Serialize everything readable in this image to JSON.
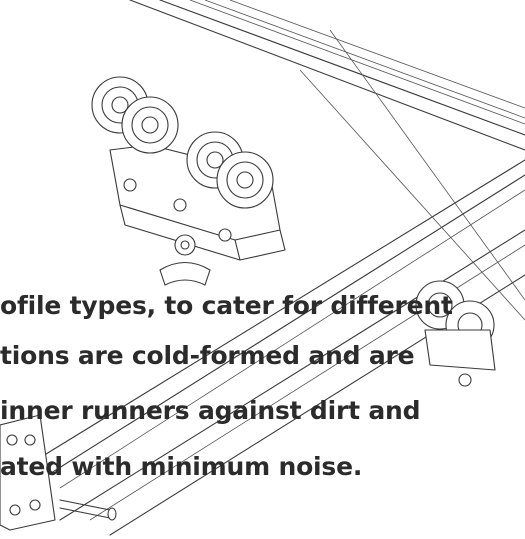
{
  "caption": {
    "lines": [
      "ofile types, to cater for different",
      "tions are cold-formed and are",
      "inner runners against dirt and",
      "ated with minimum noise."
    ]
  }
}
